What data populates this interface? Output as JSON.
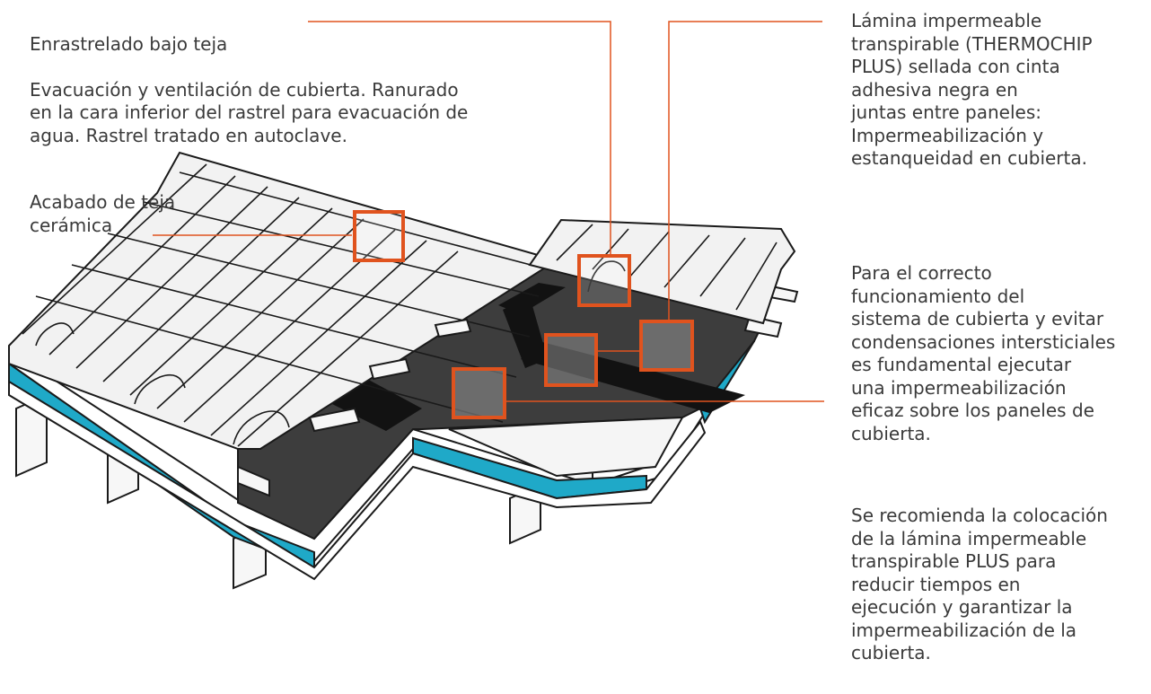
{
  "callouts": {
    "enrastrelado": {
      "title": "Enrastrelado bajo teja",
      "body": "Evacuación y ventilación de cubierta. Ranurado\nen la cara inferior del rastrel para evacuación de\nagua. Rastrel tratado en autoclave."
    },
    "acabado": {
      "text": "Acabado de teja\ncerámica"
    },
    "lamina": {
      "text": "Lámina impermeable\ntranspirable (THERMOCHIP\nPLUS) sellada con cinta\nadhesiva negra en\njuntas entre paneles:\nImpermeabilización y\nestanqueidad en cubierta."
    },
    "funcionamiento": {
      "text": "Para el correcto\nfuncionamiento del\nsistema de cubierta y evitar\ncondensaciones intersticiales\nes fundamental ejecutar\nuna impermeabilización\neficaz sobre los paneles de\ncubierta."
    },
    "recomienda": {
      "text": "Se recomienda la colocación\nde la lámina impermeable\ntranspirable PLUS para\nreducir tiempos en\nejecución y garantizar la\nimpermeabilización de la\ncubierta."
    }
  },
  "colors": {
    "callout_orange": "#e0531e",
    "insulation_blue": "#1fa9c8",
    "membrane_dark": "#3d3d3d",
    "tape_black": "#121212",
    "tile_fill": "#f2f2f2",
    "text": "#3a3a3a"
  }
}
